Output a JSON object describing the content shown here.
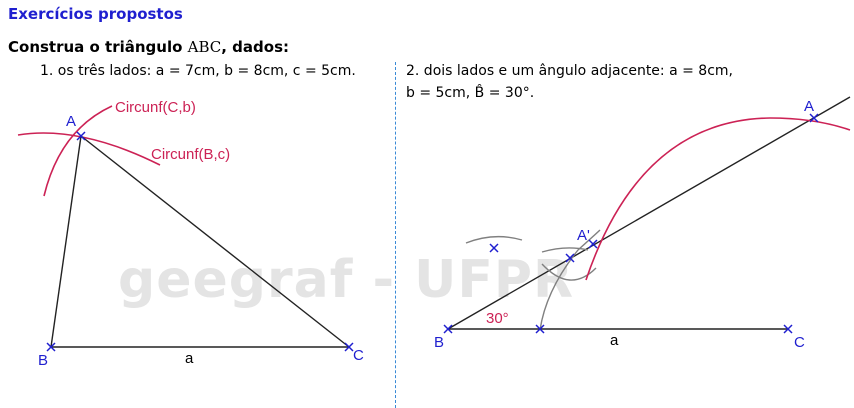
{
  "header": {
    "title": "Exercícios propostos",
    "instruction_prefix": "Construa o triângulo ",
    "instruction_abc": "ABC",
    "instruction_suffix": ", dados:"
  },
  "problem1": {
    "text": "1. os três lados: a = 7cm, b = 8cm, c = 5cm."
  },
  "problem2": {
    "line1": "2. dois lados e um ângulo adjacente: a = 8cm,",
    "line2_prefix": "b = 5cm, ",
    "angle_symbol": "B̂",
    "line2_suffix": " = 30°."
  },
  "watermark": "geegraf - UFPR",
  "figure1": {
    "label_A": "A",
    "label_B": "B",
    "label_C": "C",
    "label_a": "a",
    "circle_label_1": "Circunf(C,b)",
    "circle_label_2": "Circunf(B,c)"
  },
  "figure2": {
    "label_A": "A",
    "label_A_prime": "A'",
    "label_B": "B",
    "label_C": "C",
    "label_a": "a",
    "angle_label": "30°"
  },
  "colors": {
    "heading": "#1f1fcf",
    "point": "#1f1fcf",
    "arc_red": "#cc2255",
    "arc_gray": "#808080",
    "divider": "#3a8ad6"
  }
}
